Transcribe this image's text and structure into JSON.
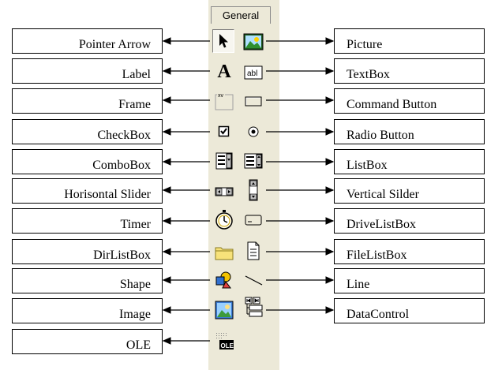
{
  "toolbox": {
    "tab_label": "General"
  },
  "left_labels": [
    "Pointer Arrow",
    "Label",
    "Frame",
    "CheckBox",
    "ComboBox",
    "Horisontal Slider",
    "Timer",
    "DirListBox",
    "Shape",
    "Image",
    "OLE"
  ],
  "right_labels": [
    "Picture",
    "TextBox",
    "Command Button",
    "Radio Button",
    "ListBox",
    "Vertical Silder",
    "DriveListBox",
    "FileListBox",
    "Line",
    "DataControl"
  ],
  "icons": {
    "left_column": [
      "pointer-arrow-icon",
      "label-icon",
      "frame-icon",
      "checkbox-icon",
      "combobox-icon",
      "hscrollbar-icon",
      "timer-icon",
      "dirlistbox-icon",
      "shape-icon",
      "image-icon",
      "ole-icon"
    ],
    "right_column": [
      "picture-icon",
      "textbox-icon",
      "command-button-icon",
      "option-button-icon",
      "listbox-icon",
      "vscrollbar-icon",
      "drivelistbox-icon",
      "filelistbox-icon",
      "line-icon",
      "data-control-icon"
    ],
    "label_glyph": "A",
    "textbox_glyph": "abl",
    "frame_glyph": "xv",
    "ole_glyph": "OLE"
  }
}
